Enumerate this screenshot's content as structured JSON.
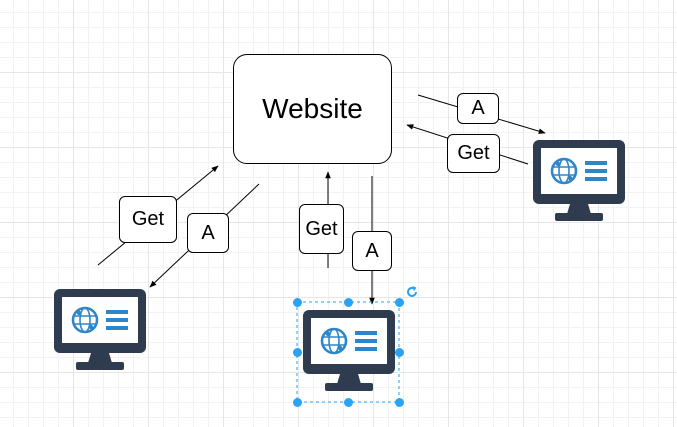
{
  "diagram": {
    "nodes": {
      "website": {
        "label": "Website"
      },
      "computers": [
        {
          "id": "computer-left",
          "icon": "computer-monitor-icon"
        },
        {
          "id": "computer-center",
          "icon": "computer-monitor-icon",
          "selected": true
        },
        {
          "id": "computer-right",
          "icon": "computer-monitor-icon"
        }
      ]
    },
    "edge_labels": {
      "left_get": "Get",
      "left_a": "A",
      "center_get": "Get",
      "center_a": "A",
      "right_a": "A",
      "right_get": "Get"
    },
    "edges": [
      {
        "from": "computer-left",
        "to": "website",
        "label": "Get"
      },
      {
        "from": "website",
        "to": "computer-left",
        "label": "A"
      },
      {
        "from": "computer-center",
        "to": "website",
        "label": "Get"
      },
      {
        "from": "website",
        "to": "computer-center",
        "label": "A"
      },
      {
        "from": "website",
        "to": "computer-right",
        "label": "A"
      },
      {
        "from": "computer-right",
        "to": "website",
        "label": "Get"
      }
    ],
    "colors": {
      "monitor_body": "#2f3c4f",
      "monitor_screen": "#ffffff",
      "accent": "#2e86c8",
      "selection": "#29a3f5"
    }
  }
}
